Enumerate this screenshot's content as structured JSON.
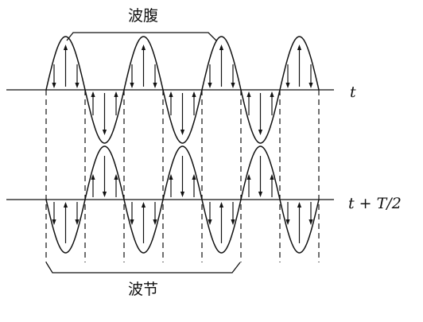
{
  "labels": {
    "antinode": "波腹",
    "node": "波节",
    "time_top": "t",
    "time_bottom": "t + T/2"
  },
  "colors": {
    "line": "#111111",
    "background": "#ffffff"
  }
}
